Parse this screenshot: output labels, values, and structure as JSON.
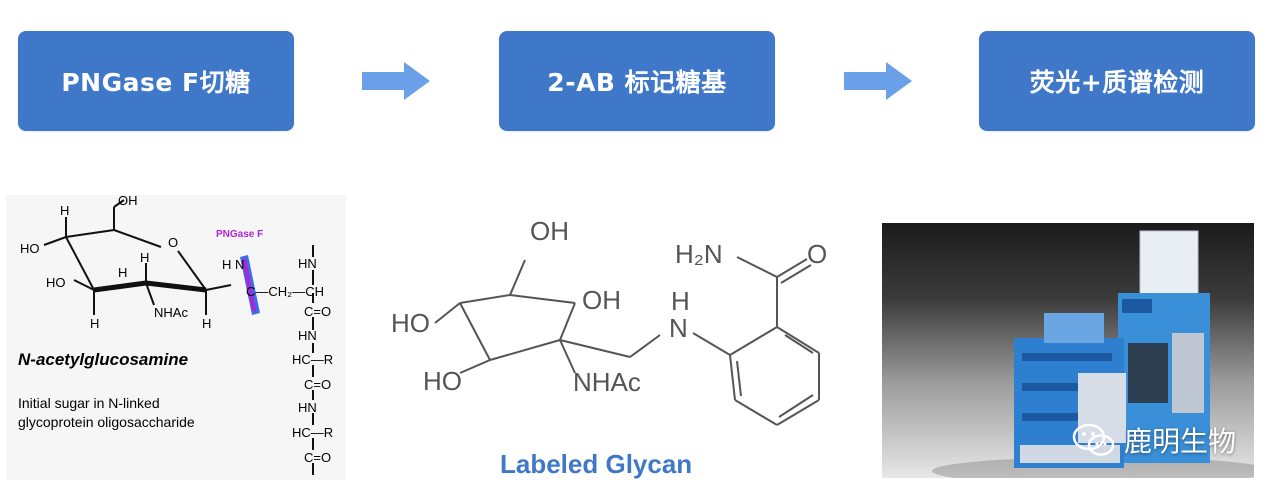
{
  "steps": [
    {
      "label": "PNGase F切糖"
    },
    {
      "label": "2-AB 标记糖基"
    },
    {
      "label": "荧光+质谱检测"
    }
  ],
  "left_structure": {
    "title": "N-acetylglucosamine",
    "caption_line1": "Initial sugar in N-linked",
    "caption_line2": "glycoprotein oligosaccharide",
    "enzyme_label": "PNGase F",
    "atoms": {
      "oh": "OH",
      "ho": "HO",
      "h": "H",
      "nhac": "NHAc",
      "o": "O",
      "hn": "HN",
      "ch2": "C—CH₂—CH",
      "co": "C=O",
      "hcr": "HC—R",
      "hn_upper": "H N"
    }
  },
  "mid_structure": {
    "caption": "Labeled Glycan",
    "atoms": {
      "oh_top": "OH",
      "oh_right": "OH",
      "ho_left": "HO",
      "ho_bottom": "HO",
      "nhac": "NHAc",
      "h": "H",
      "n": "N",
      "h2n": "H₂N",
      "o": "O"
    }
  },
  "watermark": {
    "text": "鹿明生物"
  },
  "colors": {
    "step_bg": "#3f78c9",
    "arrow": "#6aa0e8",
    "caption": "#3f78c9",
    "enzyme": "#b024d8"
  }
}
